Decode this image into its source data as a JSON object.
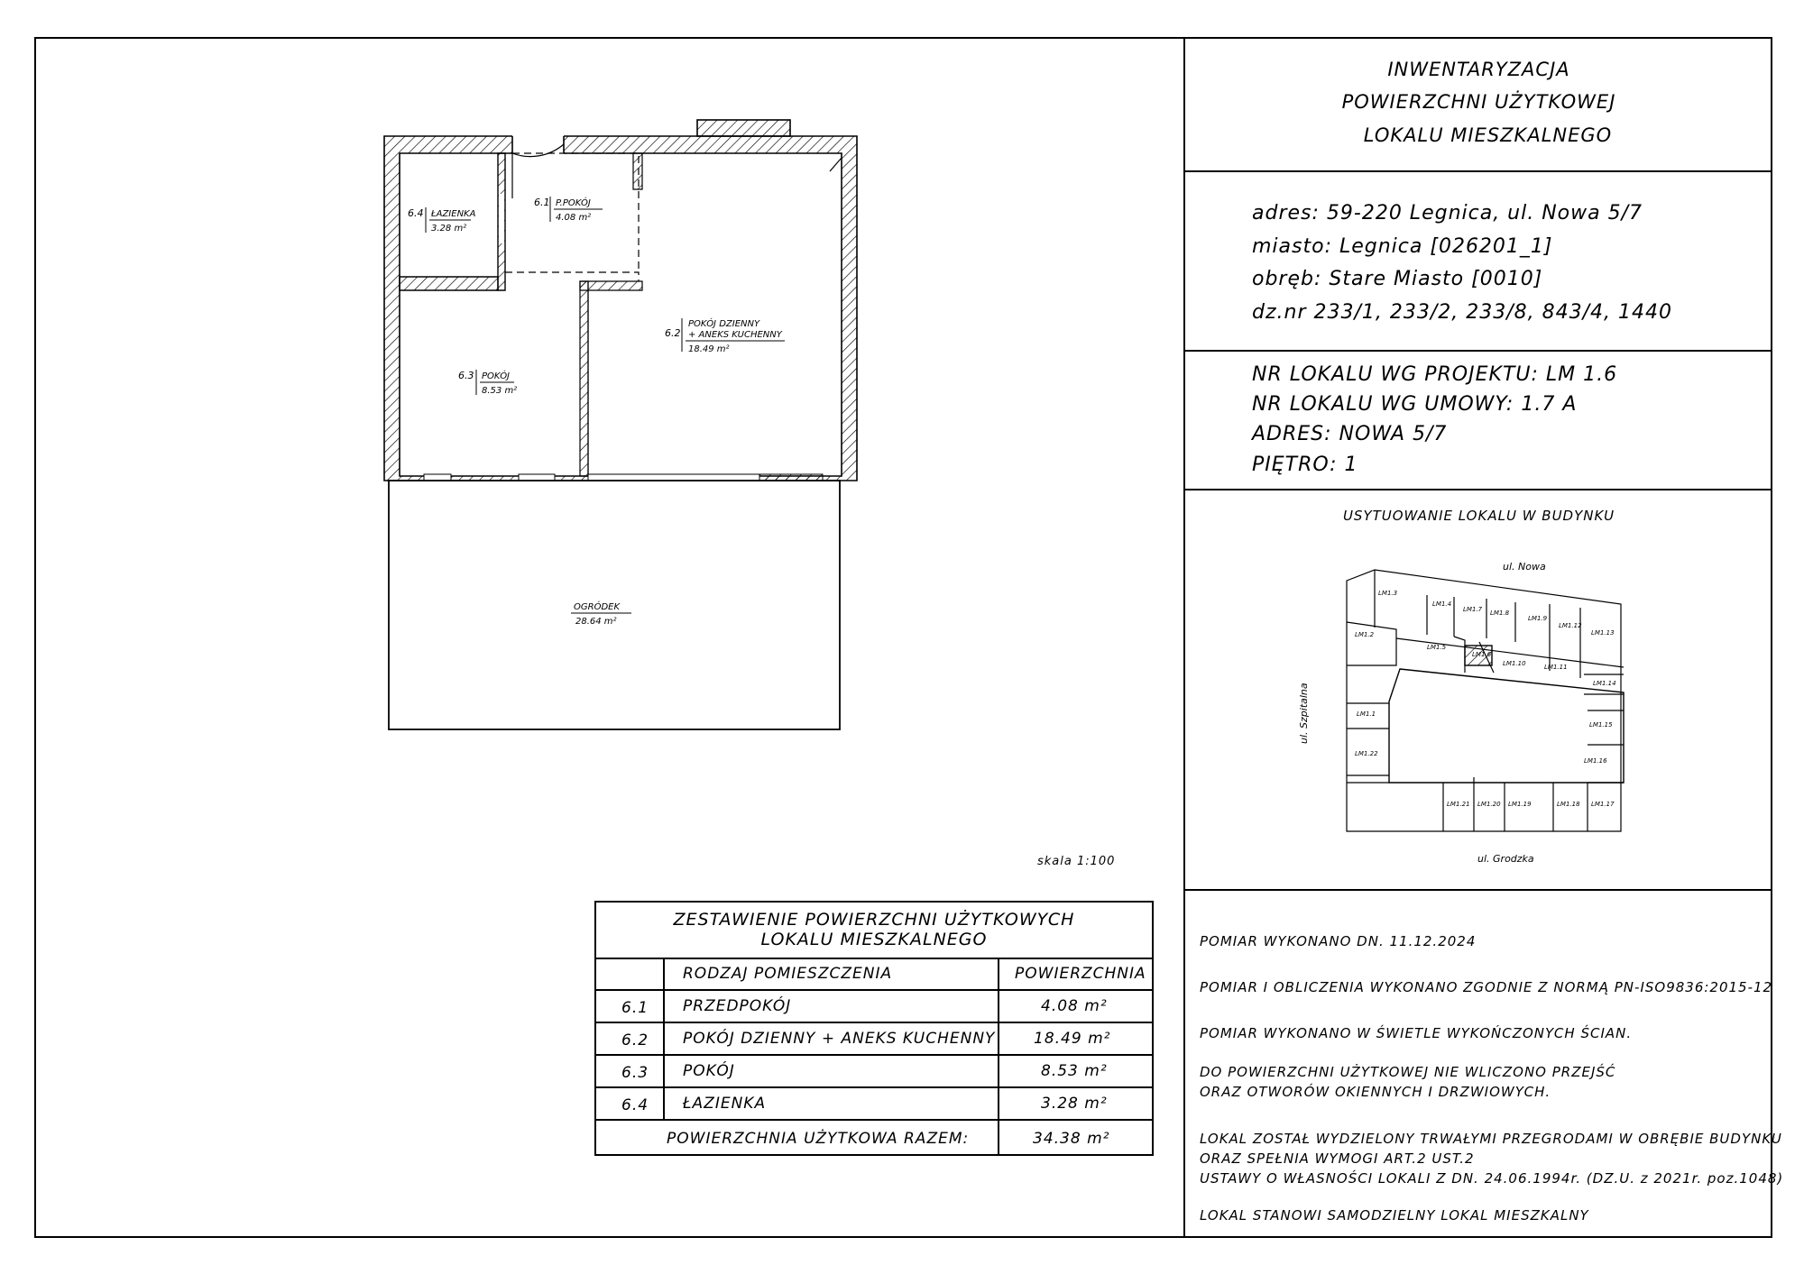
{
  "title": [
    "INWENTARYZACJA",
    "POWIERZCHNI UŻYTKOWEJ",
    "LOKALU MIESZKALNEGO"
  ],
  "address": {
    "adres": "adres: 59-220 Legnica, ul. Nowa 5/7",
    "miasto": "miasto: Legnica [026201_1]",
    "obreb": "obręb: Stare Miasto [0010]",
    "dzialki": "dz.nr 233/1, 233/2, 233/8, 843/4, 1440"
  },
  "lokal": {
    "nr_projekt": "NR LOKALU WG PROJEKTU: LM 1.6",
    "nr_umowa": "NR LOKALU WG UMOWY: 1.7 A",
    "adres": "ADRES: NOWA 5/7",
    "pietro": "PIĘTRO: 1"
  },
  "location": {
    "heading": "USYTUOWANIE LOKALU W BUDYNKU",
    "streets": {
      "top": "ul. Nowa",
      "left": "ul. Szpitalna",
      "bottom": "ul. Grodzka"
    },
    "units": [
      "LM1.1",
      "LM1.2",
      "LM1.3",
      "LM1.4",
      "LM1.5",
      "LM1.6",
      "LM1.7",
      "LM1.8",
      "LM1.9",
      "LM1.10",
      "LM1.11",
      "LM1.12",
      "LM1.13",
      "LM1.14",
      "LM1.15",
      "LM1.16",
      "LM1.17",
      "LM1.18",
      "LM1.19",
      "LM1.20",
      "LM1.21",
      "LM1.22"
    ]
  },
  "notes": [
    "POMIAR WYKONANO DN. 11.12.2024",
    "POMIAR I OBLICZENIA WYKONANO ZGODNIE Z NORMĄ PN-ISO9836:2015-12",
    "POMIAR WYKONANO W ŚWIETLE WYKOŃCZONYCH ŚCIAN.",
    "DO POWIERZCHNI UŻYTKOWEJ NIE WLICZONO PRZEJŚĆ",
    "ORAZ OTWORÓW OKIENNYCH I DRZWIOWYCH.",
    "LOKAL ZOSTAŁ WYDZIELONY TRWAŁYMI PRZEGRODAMI W OBRĘBIE BUDYNKU",
    "ORAZ SPEŁNIA WYMOGI ART.2 UST.2",
    "USTAWY O WŁASNOŚCI LOKALI Z DN. 24.06.1994r. (DZ.U. z 2021r. poz.1048)",
    "LOKAL STANOWI SAMODZIELNY LOKAL MIESZKALNY"
  ],
  "rooms": [
    {
      "no": "6.4",
      "name": "ŁAZIENKA",
      "area": "3.28 m²"
    },
    {
      "no": "6.1",
      "name": "P.POKÓJ",
      "area": "4.08 m²"
    },
    {
      "no": "6.2",
      "name": "POKÓJ DZIENNY",
      "name2": "+ ANEKS KUCHENNY",
      "area": "18.49 m²"
    },
    {
      "no": "6.3",
      "name": "POKÓJ",
      "area": "8.53 m²"
    }
  ],
  "garden": {
    "name": "OGRÓDEK",
    "area": "28.64 m²"
  },
  "scale": "skala 1:100",
  "summary": {
    "title1": "ZESTAWIENIE POWIERZCHNI UŻYTKOWYCH",
    "title2": "LOKALU MIESZKALNEGO",
    "col_room": "RODZAJ POMIESZCZENIA",
    "col_area": "POWIERZCHNIA",
    "rows": [
      {
        "no": "6.1",
        "name": "PRZEDPOKÓJ",
        "area": "4.08 m²"
      },
      {
        "no": "6.2",
        "name": "POKÓJ DZIENNY + ANEKS KUCHENNY",
        "area": "18.49 m²"
      },
      {
        "no": "6.3",
        "name": "POKÓJ",
        "area": "8.53 m²"
      },
      {
        "no": "6.4",
        "name": "ŁAZIENKA",
        "area": "3.28 m²"
      }
    ],
    "total_label": "POWIERZCHNIA UŻYTKOWA RAZEM:",
    "total_value": "34.38 m²"
  }
}
